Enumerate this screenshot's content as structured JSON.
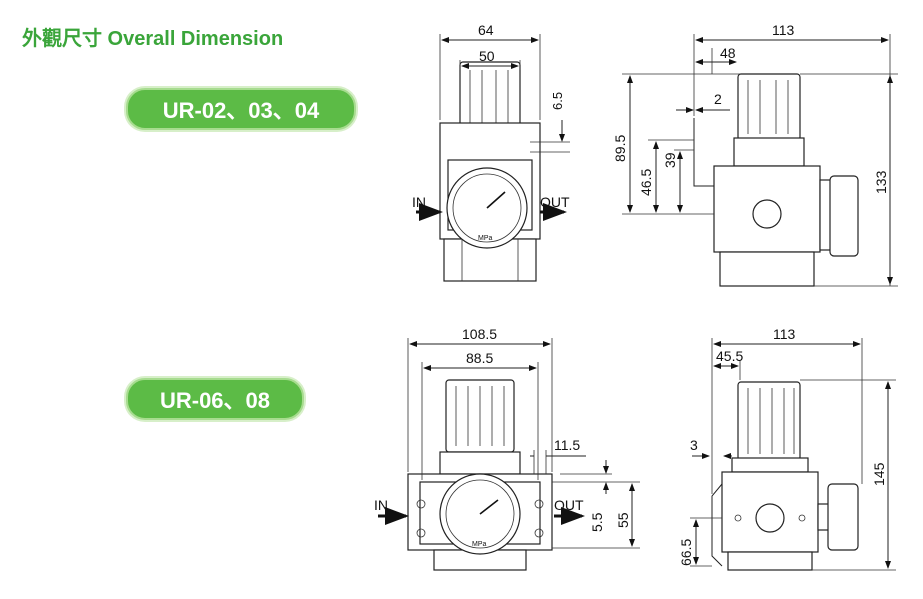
{
  "title": "外觀尺寸 Overall Dimension",
  "models": {
    "top": "UR-02、03、04",
    "bottom": "UR-06、08"
  },
  "colors": {
    "accent_green": "#3aa53a",
    "badge_green": "#5cbb46"
  },
  "top_front": {
    "width_outer": "64",
    "width_inner": "50",
    "offset": "6.5",
    "port_in": "IN",
    "port_out": "OUT",
    "gauge_unit": "MPa"
  },
  "top_side": {
    "width_total": "113",
    "width_part": "48",
    "bracket": "2",
    "height_total": "133",
    "height_a": "89.5",
    "height_b": "46.5",
    "height_c": "39"
  },
  "bottom_front": {
    "width_outer": "108.5",
    "width_inner": "88.5",
    "offset": "11.5",
    "height_a": "5.5",
    "height_b": "55",
    "port_in": "IN",
    "port_out": "OUT",
    "gauge_unit": "MPa"
  },
  "bottom_side": {
    "width_total": "113",
    "width_part": "45.5",
    "bracket": "3",
    "height_total": "145",
    "height_a": "66.5"
  }
}
